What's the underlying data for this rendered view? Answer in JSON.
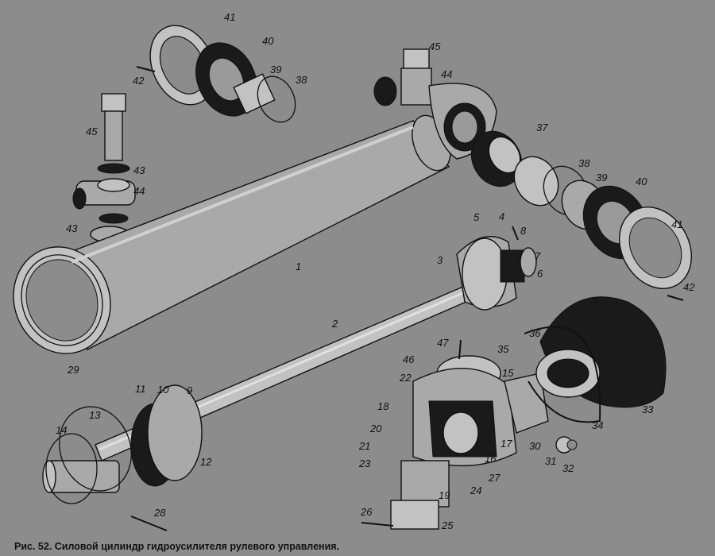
{
  "caption": "Рис. 52. Силовой цилиндр гидроусилителя рулевого управления.",
  "callouts": [
    "41",
    "40",
    "39",
    "38",
    "42",
    "45",
    "45",
    "44",
    "43",
    "44",
    "43",
    "1",
    "37",
    "38",
    "39",
    "40",
    "41",
    "42",
    "5",
    "4",
    "8",
    "3",
    "7",
    "6",
    "2",
    "29",
    "36",
    "35",
    "47",
    "46",
    "22",
    "15",
    "18",
    "11",
    "10",
    "9",
    "13",
    "14",
    "12",
    "20",
    "21",
    "17",
    "16",
    "23",
    "27",
    "24",
    "30",
    "31",
    "32",
    "33",
    "34",
    "19",
    "28",
    "26",
    "25"
  ]
}
